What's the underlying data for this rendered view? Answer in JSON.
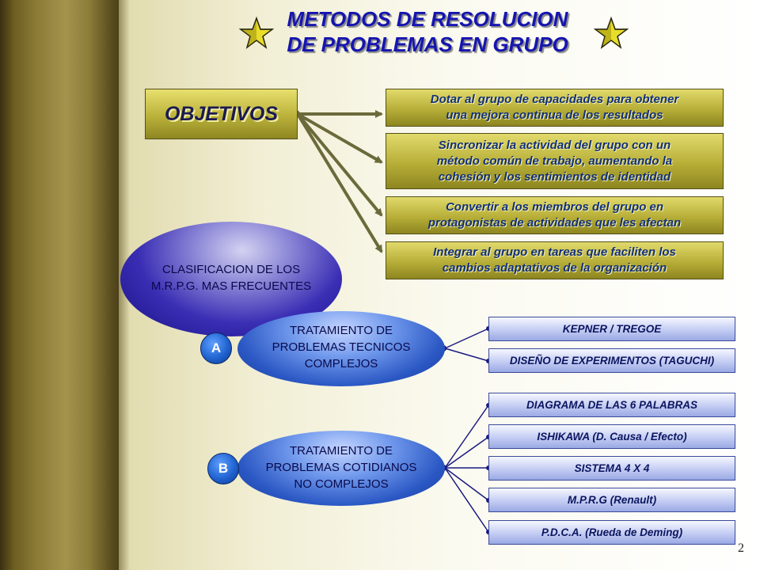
{
  "title": {
    "line1": "METODOS DE RESOLUCION",
    "line2": "DE PROBLEMAS EN GRUPO"
  },
  "objetivos": {
    "label": "OBJETIVOS",
    "items": [
      {
        "line1": "Dotar al grupo de capacidades para obtener",
        "line2": "una mejora continua de los resultados"
      },
      {
        "line1": "Sincronizar la actividad del grupo con un",
        "line2": "método común de trabajo, aumentando la",
        "line3": "cohesión y los sentimientos de identidad"
      },
      {
        "line1": "Convertir a los miembros del grupo en",
        "line2": "protagonistas de actividades que les afectan"
      },
      {
        "line1": "Integrar al grupo en tareas que faciliten los",
        "line2": "cambios adaptativos de la organización"
      }
    ]
  },
  "clasificacion": {
    "line1": "CLASIFICACION DE LOS",
    "line2": "M.R.P.G. MAS FRECUENTES"
  },
  "groupA": {
    "badge": "A",
    "line1": "TRATAMIENTO DE",
    "line2": "PROBLEMAS TECNICOS",
    "line3": "COMPLEJOS",
    "methods": [
      "KEPNER / TREGOE",
      "DISEÑO DE EXPERIMENTOS (TAGUCHI)"
    ]
  },
  "groupB": {
    "badge": "B",
    "line1": "TRATAMIENTO DE",
    "line2": "PROBLEMAS COTIDIANOS",
    "line3": "NO COMPLEJOS",
    "methods": [
      "DIAGRAMA DE LAS 6 PALABRAS",
      "ISHIKAWA (D. Causa / Efecto)",
      "SISTEMA 4 X 4",
      "M.P.R.G (Renault)",
      "P.D.C.A. (Rueda de Deming)"
    ]
  },
  "page_number": "2",
  "colors": {
    "title": "#1515b0",
    "olive": "#b7ae38",
    "navy": "#1a1a80",
    "arrow": "#6b6a3a"
  }
}
